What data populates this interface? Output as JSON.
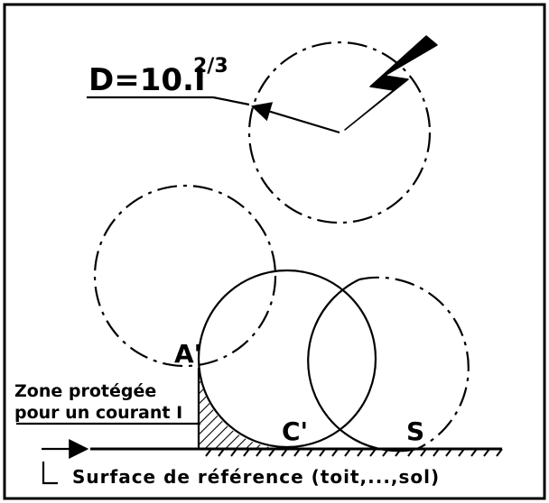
{
  "formula": {
    "main": "D=10.I",
    "exponent": "2/3"
  },
  "points": {
    "a": "A'",
    "c": "C'",
    "s": "S"
  },
  "zone": {
    "line1": "Zone protégée",
    "line2": "pour un courant I"
  },
  "surface": {
    "label": "Surface de référence (toit,...,sol)"
  },
  "colors": {
    "ink": "#000000",
    "background": "#ffffff"
  },
  "icons": [
    "lightning-bolt-icon",
    "arrow-right-icon"
  ]
}
